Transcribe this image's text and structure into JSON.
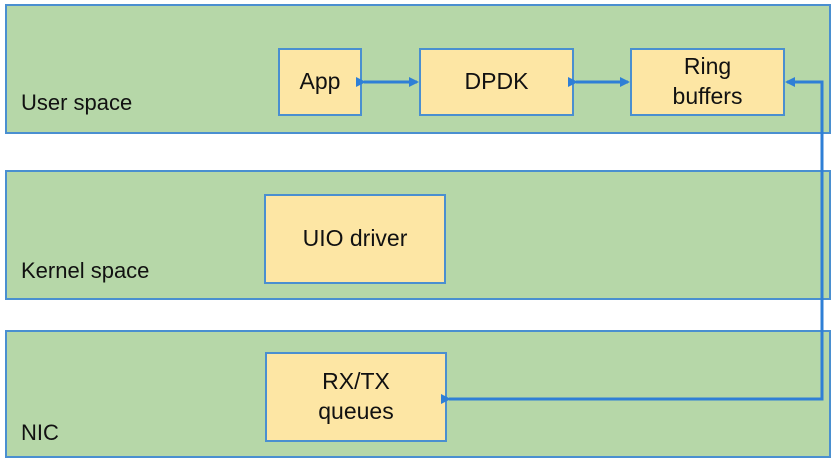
{
  "layers": {
    "user": {
      "label": "User space"
    },
    "kernel": {
      "label": "Kernel space"
    },
    "nic": {
      "label": "NIC"
    }
  },
  "boxes": {
    "app": "App",
    "dpdk": "DPDK",
    "ring_buffers": "Ring\nbuffers",
    "uio_driver": "UIO driver",
    "rxtx_queues": "RX/TX\nqueues"
  },
  "colors": {
    "layer_fill": "#b6d7a8",
    "box_fill": "#fde6a4",
    "border": "#4a8fd0",
    "arrow": "#2f7fd6"
  }
}
